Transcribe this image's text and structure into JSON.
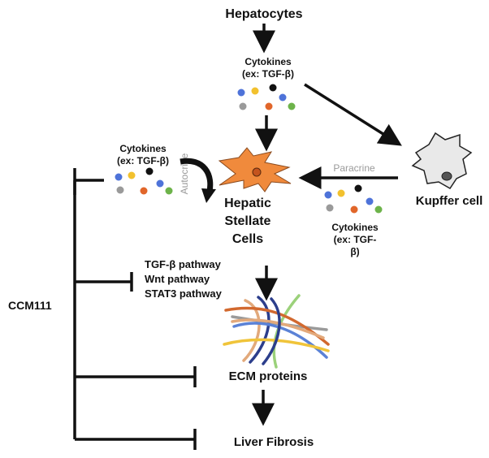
{
  "labels": {
    "hepatocytes": "Hepatocytes",
    "cytokines_top_1": "Cytokines",
    "cytokines_top_2": "(ex: TGF-β)",
    "cytokines_left_1": "Cytokines",
    "cytokines_left_2": "(ex: TGF-β)",
    "autocrine": "Autocrine",
    "paracrine": "Paracrine",
    "hsc_1": "Hepatic",
    "hsc_2": "Stellate",
    "hsc_3": "Cells",
    "kupffer": "Kupffer cell",
    "cytokines_right_1": "Cytokines",
    "cytokines_right_2": "(ex: TGF-",
    "cytokines_right_3": "β)",
    "pathway_1": "TGF-β pathway",
    "pathway_2": "Wnt pathway",
    "pathway_3": "STAT3 pathway",
    "ccm111": "CCM111",
    "ecm": "ECM proteins",
    "fibrosis": "Liver Fibrosis"
  },
  "colors": {
    "stellate_cell": "#f08a3c",
    "stellate_nucleus": "#c4541e",
    "kupffer_cell": "#e9e9e9",
    "kupffer_nucleus": "#555555",
    "dot_blue": "#4e73d9",
    "dot_yellow": "#f2c12e",
    "dot_black": "#111111",
    "dot_gray": "#9a9a9a",
    "dot_orange": "#e1662a",
    "dot_green": "#6db34a",
    "fiber_orange": "#d2692f",
    "fiber_blue": "#5b82d6",
    "fiber_navy": "#2c3e8c",
    "fiber_tan": "#e2a97b",
    "fiber_green": "#9bd17a",
    "fiber_yellow": "#f0c43a",
    "fiber_gray": "#9a9a9a"
  }
}
